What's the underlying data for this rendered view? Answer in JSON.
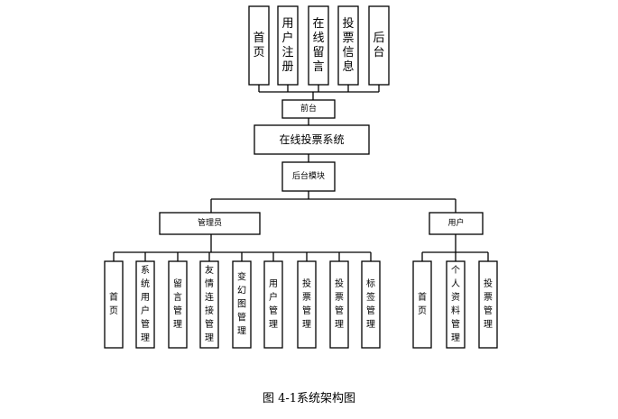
{
  "top_modules": [
    "首页",
    "用户注册",
    "在线留言",
    "投票信息",
    "后台"
  ],
  "frontend": "前台",
  "system": "在线投票系统",
  "backend_module": "后台模块",
  "admin": {
    "label": "管理员",
    "children": [
      "首页",
      "系统用户管理",
      "留言管理",
      "友情连接管理",
      "变幻图管理",
      "用户管理",
      "投票管理",
      "投票管理",
      "标签管理"
    ]
  },
  "user": {
    "label": "用户",
    "children": [
      "首页",
      "个人资料管理",
      "投票管理"
    ]
  },
  "caption": "图 4-1系统架构图"
}
